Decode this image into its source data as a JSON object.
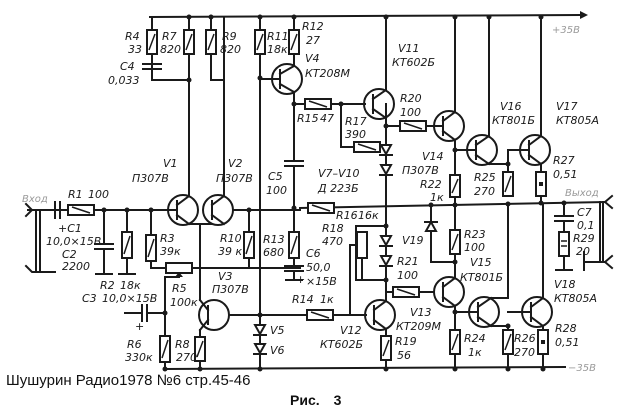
{
  "caption": "Шушурин Радио1978 №6 стр.45-46",
  "figure": {
    "prefix": "Рис.",
    "number": "3"
  },
  "rails": {
    "positive": "+35В",
    "negative": "−35В"
  },
  "terminals": {
    "input": "Вход",
    "output": "Выход"
  },
  "components": {
    "R1": {
      "ref": "R1",
      "value": "100"
    },
    "C1": {
      "ref": "+C1",
      "value": "10,0×15В"
    },
    "C2": {
      "ref": "C2",
      "value": "2200"
    },
    "R2": {
      "ref": "R2",
      "value": "18к"
    },
    "C3": {
      "ref": "C3",
      "value": "10,0×15В"
    },
    "R3": {
      "ref": "R3",
      "value": "39к"
    },
    "R4": {
      "ref": "R4",
      "value": "33"
    },
    "C4": {
      "ref": "C4",
      "value": "0,033"
    },
    "R5": {
      "ref": "R5",
      "value": "100к"
    },
    "R6": {
      "ref": "R6",
      "value": "330к"
    },
    "R7": {
      "ref": "R7",
      "value": "820"
    },
    "R8": {
      "ref": "R8",
      "value": "270"
    },
    "R9": {
      "ref": "R9",
      "value": "820"
    },
    "R10": {
      "ref": "R10",
      "value": "39 к"
    },
    "R11": {
      "ref": "R11",
      "value": "18к"
    },
    "R12": {
      "ref": "R12",
      "value": "27"
    },
    "R13": {
      "ref": "R13",
      "value": "680"
    },
    "R14": {
      "ref": "R14",
      "value": "1к"
    },
    "R15": {
      "ref": "R15",
      "value": "47"
    },
    "R16": {
      "ref": "R16",
      "value": "16к"
    },
    "R17": {
      "ref": "R17",
      "value": "390"
    },
    "R18": {
      "ref": "R18",
      "value": "470"
    },
    "R19": {
      "ref": "R19",
      "value": "56"
    },
    "R20": {
      "ref": "R20",
      "value": "100"
    },
    "R21": {
      "ref": "R21",
      "value": "100"
    },
    "R22": {
      "ref": "R22",
      "value": "1к"
    },
    "R23": {
      "ref": "R23",
      "value": "100"
    },
    "R24": {
      "ref": "R24",
      "value": "1к"
    },
    "R25": {
      "ref": "R25",
      "value": "270"
    },
    "R26": {
      "ref": "R26",
      "value": "270"
    },
    "R27": {
      "ref": "R27",
      "value": "0,51"
    },
    "R28": {
      "ref": "R28",
      "value": "0,51"
    },
    "R29": {
      "ref": "R29",
      "value": "20"
    },
    "C5": {
      "ref": "C5",
      "value": "100"
    },
    "C6": {
      "ref": "C6",
      "value": "50,0",
      "rating": "×15В"
    },
    "C7": {
      "ref": "C7",
      "value": "0,1"
    },
    "V1": {
      "ref": "V1",
      "type": "П307В"
    },
    "V2": {
      "ref": "V2",
      "type": "П307В"
    },
    "V3": {
      "ref": "V3",
      "type": "П307В"
    },
    "V4": {
      "ref": "V4",
      "type": "КТ208М"
    },
    "V5": {
      "ref": "V5"
    },
    "V6": {
      "ref": "V6"
    },
    "V7_10": {
      "ref": "V7–V10",
      "type": "Д 223Б"
    },
    "V11": {
      "ref": "V11",
      "type": "КТ602Б"
    },
    "V12": {
      "ref": "V12",
      "type": "КТ602Б"
    },
    "V13": {
      "ref": "V13",
      "type": "КТ209М"
    },
    "V14": {
      "ref": "V14",
      "type": "П307В"
    },
    "V15": {
      "ref": "V15",
      "type": "КТ801Б"
    },
    "V16": {
      "ref": "V16",
      "type": "КТ801Б"
    },
    "V17": {
      "ref": "V17",
      "type": "КТ805А"
    },
    "V18": {
      "ref": "V18",
      "type": "КТ805А"
    },
    "V19": {
      "ref": "V19"
    }
  }
}
